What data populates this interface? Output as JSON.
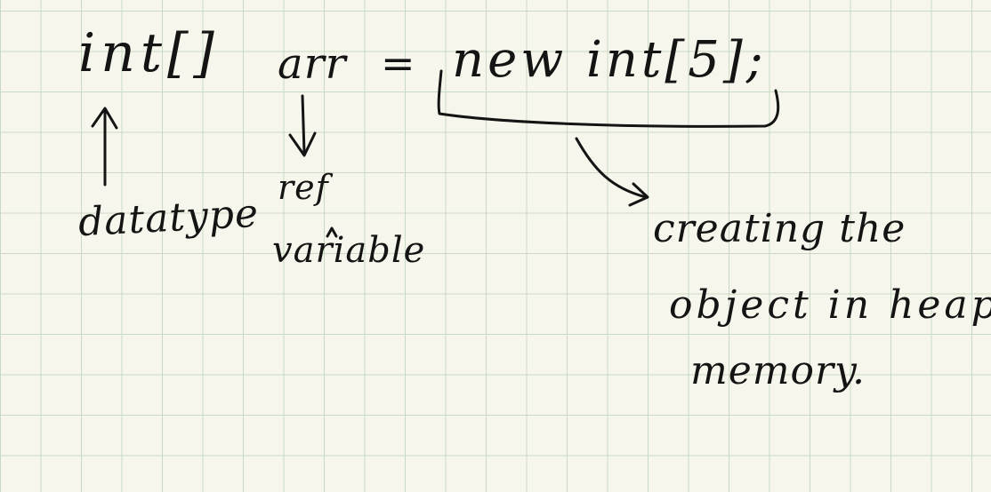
{
  "code": {
    "declaration_type": "int[]",
    "variable_name": "arr",
    "assignment": "=",
    "new_expression": "new int[5];"
  },
  "annotations": {
    "datatype": "datatype",
    "ref": "ref",
    "variable": "variable",
    "object_note_line_1": "creating the",
    "object_note_line_2": "object in heap",
    "object_note_line_3": "memory."
  },
  "colors": {
    "paper": "#f7f6ec",
    "grid": "#c9d9c4",
    "ink": "#141414"
  }
}
